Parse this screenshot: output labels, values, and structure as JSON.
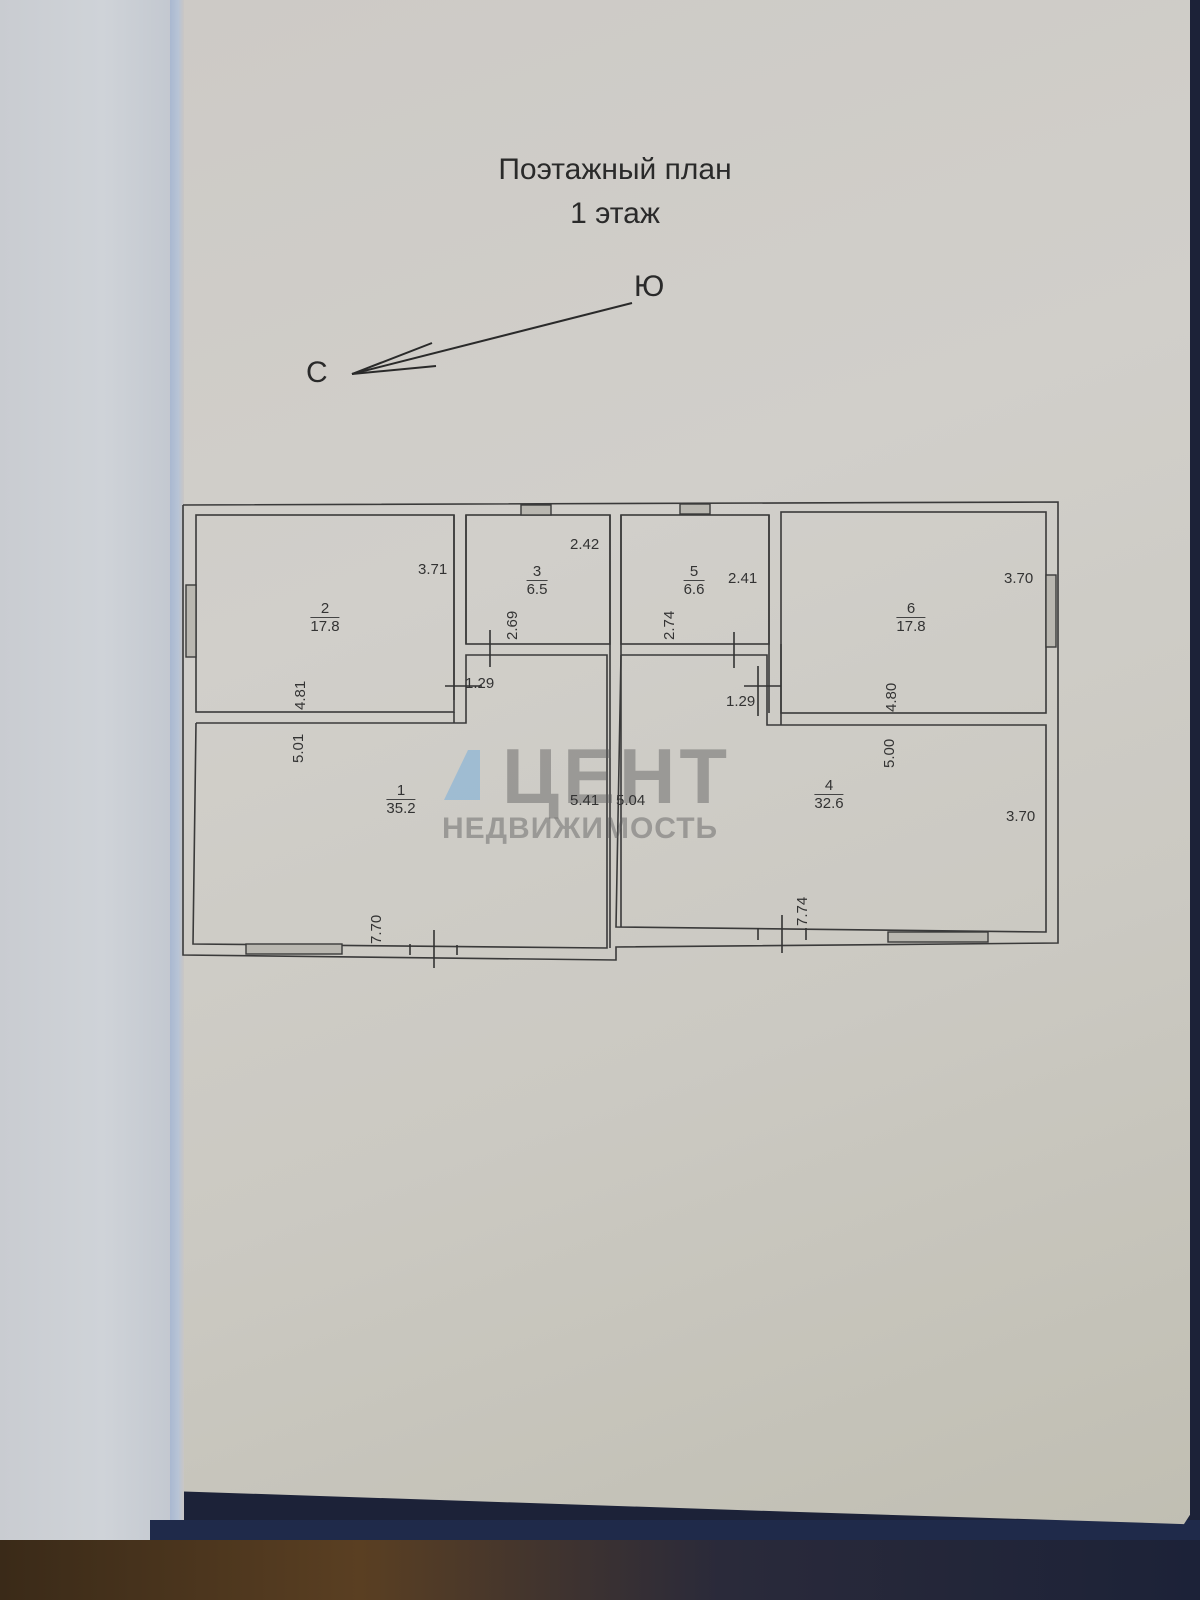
{
  "document": {
    "title_line1": "Поэтажный план",
    "title_line2": "1 этаж"
  },
  "compass": {
    "north_label": "С",
    "south_label": "Ю",
    "icon": "north-arrow-icon"
  },
  "watermark": {
    "brand_big": "ЦЕНТ",
    "brand_small": "НЕДВИЖИМОСТЬ",
    "logo_color": "#7fb0d8",
    "icon": "logo-mark-icon"
  },
  "rooms": [
    {
      "number": "1",
      "area": "35.2"
    },
    {
      "number": "2",
      "area": "17.8"
    },
    {
      "number": "3",
      "area": "6.5"
    },
    {
      "number": "4",
      "area": "32.6"
    },
    {
      "number": "5",
      "area": "6.6"
    },
    {
      "number": "6",
      "area": "17.8"
    }
  ],
  "dimensions": {
    "room2_width": "3.71",
    "room2_length": "4.81",
    "room3_width": "2.42",
    "room3_length": "2.69",
    "corridor_left": "1.29",
    "room1_width": "5.01",
    "room1_length": "7.70",
    "room1_depth": "5.41",
    "room4_depth": "5.04",
    "room5_width": "2.41",
    "room5_length": "2.74",
    "room6_width": "3.70",
    "room6_length": "4.80",
    "corridor_right": "1.29",
    "room4_width": "5.00",
    "room4_side": "3.70",
    "room4_length": "7.74"
  }
}
